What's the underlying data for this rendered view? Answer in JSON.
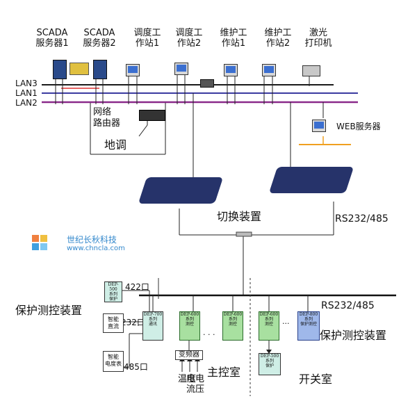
{
  "top_devices": [
    {
      "line1": "SCADA",
      "line2": "服务器1"
    },
    {
      "line1": "SCADA",
      "line2": "服务器2"
    },
    {
      "line1": "调度工",
      "line2": "作站1"
    },
    {
      "line1": "调度工",
      "line2": "作站2"
    },
    {
      "line1": "维护工",
      "line2": "作站1"
    },
    {
      "line1": "维护工",
      "line2": "作站2"
    },
    {
      "line1": "激光",
      "line2": "打印机"
    }
  ],
  "lans": {
    "lan3": "LAN3",
    "lan1": "LAN1",
    "lan2": "LAN2"
  },
  "router": {
    "line1": "网络",
    "line2": "路由器",
    "sub": "地调"
  },
  "web_server": "WEB服务器",
  "switch_label": "切换装置",
  "rs_top": "RS232/485",
  "rs_bus": "RS232/485",
  "logo": {
    "name": "世纪长秋科技",
    "url": "www.chncla.com"
  },
  "left_group_label": "保护测控装置",
  "right_group_label": "保护测控装置",
  "port_422": "422口",
  "port_232": "232口",
  "port_485": "485口",
  "smart_dc": {
    "line1": "智能",
    "line2": "直流"
  },
  "smart_meter": {
    "line1": "智能",
    "line2": "电度表"
  },
  "inverter": "变频器",
  "sensor_labels": {
    "temp": "温度",
    "current": "电流",
    "voltage": "电压"
  },
  "main_room": "主控室",
  "switch_room": "开关室",
  "dots1": "· · ·",
  "dots2": "···",
  "devices": {
    "dep500_top": {
      "l1": "DEP-500",
      "l2": "系列",
      "l3": "保护"
    },
    "dep700": {
      "l1": "DEP-700",
      "l2": "系列",
      "l3": "通讯"
    },
    "dep600_a": {
      "l1": "DEP-600",
      "l2": "系列",
      "l3": "测控"
    },
    "dep600_b": {
      "l1": "DEP-600",
      "l2": "系列",
      "l3": "测控"
    },
    "dep600_c": {
      "l1": "DEP-600",
      "l2": "系列",
      "l3": "测控"
    },
    "dep500_bottom": {
      "l1": "DEP-500",
      "l2": "系列",
      "l3": "保护"
    },
    "dep800": {
      "l1": "DEP-800",
      "l2": "系列",
      "l3": "保护测控"
    }
  },
  "colors": {
    "lan3": "#1a1a1a",
    "lan1": "#3a3aa0",
    "lan2": "#8a2a8a",
    "web_link": "#f0a020",
    "bus_red": "#e03030"
  }
}
